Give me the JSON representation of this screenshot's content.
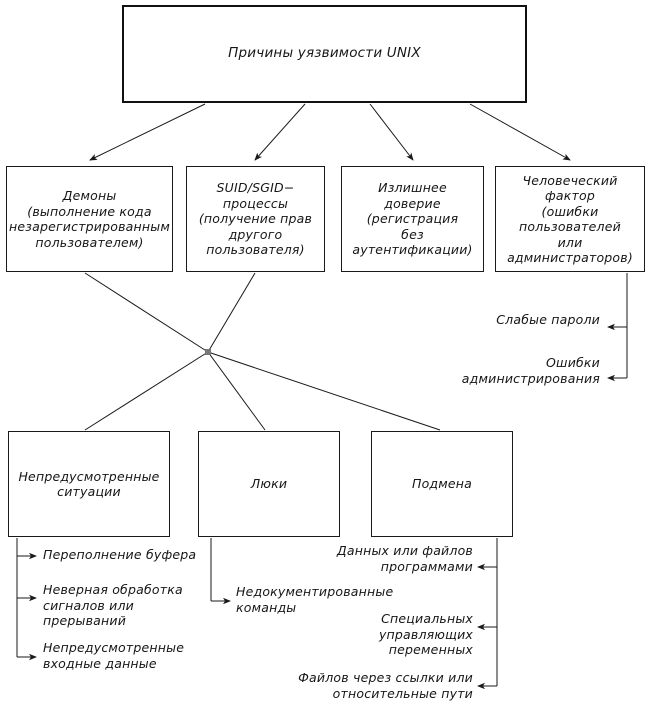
{
  "diagram": {
    "type": "hierarchical-tree",
    "title_node": {
      "label": "Причины уязвимости UNIX"
    },
    "level2": [
      {
        "label": "Демоны\n(выполнение кода\nнезарегистрированным\nпользователем)"
      },
      {
        "label": "SUID/SGID−\nпроцессы\n(получение прав\nдругого\nпользователя)"
      },
      {
        "label": "Излишнее\nдоверие\n(регистрация\nбез\nаутентификации)"
      },
      {
        "label": "Человеческий\nфактор\n(ошибки\nпользователей\nили\nадминистраторов)"
      }
    ],
    "human_factor_leaves": [
      {
        "label": "Слабые пароли"
      },
      {
        "label": "Ошибки\nадминистрирования"
      }
    ],
    "level3": [
      {
        "label": "Непредусмотренные\nситуации"
      },
      {
        "label": "Люки"
      },
      {
        "label": "Подмена"
      }
    ],
    "unforeseen_leaves": [
      {
        "label": "Переполнение буфера"
      },
      {
        "label": "Неверная обработка\nсигналов или\nпрерываний"
      },
      {
        "label": "Непредусмотренные\nвходные данные"
      }
    ],
    "hatches_leaves": [
      {
        "label": "Недокументированные\nкоманды"
      }
    ],
    "substitution_leaves": [
      {
        "label": "Данных или файлов\nпрограммами"
      },
      {
        "label": "Специальных\nуправляющих\nпеременных"
      },
      {
        "label": "Файлов через ссылки или\nотносительные пути"
      }
    ],
    "colors": {
      "line": "#1a1a1a",
      "text": "#161616",
      "background": "#ffffff"
    }
  }
}
